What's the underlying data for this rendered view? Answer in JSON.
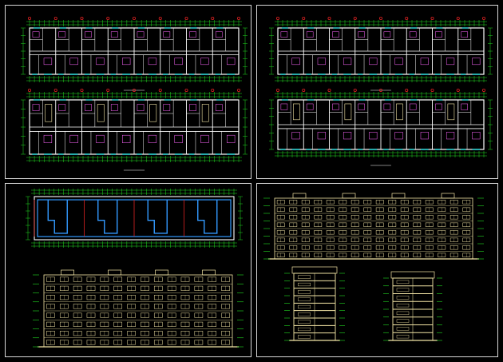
{
  "drawing": {
    "background": "#000000",
    "sheet_border": "#d8d8d8",
    "sheets": [
      {
        "id": "sheet-floor-plans-a",
        "views": [
          "floor-plan",
          "floor-plan"
        ]
      },
      {
        "id": "sheet-floor-plans-b",
        "views": [
          "floor-plan",
          "floor-plan"
        ]
      },
      {
        "id": "sheet-roof-and-front-elevation",
        "views": [
          "roof-plan",
          "elevation"
        ]
      },
      {
        "id": "sheet-rear-elevation-and-sections",
        "views": [
          "elevation",
          "section",
          "section"
        ]
      }
    ]
  },
  "colors": {
    "dimension_lines": "#22dd22",
    "walls": "#ffffff",
    "axis_markers": "#dd2222",
    "furniture": "#ff66ff",
    "windows": "#22dddd",
    "elevation_lines": "#f4e6a6",
    "roof": "#3399ff"
  }
}
